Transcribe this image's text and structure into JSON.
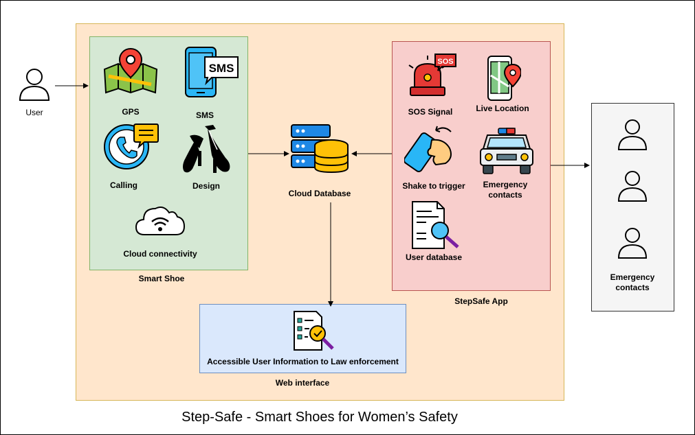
{
  "title": "Step-Safe - Smart Shoes for Women’s Safety",
  "user": {
    "label": "User"
  },
  "smart_shoe": {
    "label": "Smart Shoe",
    "items": {
      "gps": "GPS",
      "sms": "SMS",
      "calling": "Calling",
      "design": "Design",
      "cloud": "Cloud connectivity"
    }
  },
  "cloud_database": {
    "label": "Cloud Database"
  },
  "app": {
    "label": "StepSafe App",
    "items": {
      "sos": "SOS Signal",
      "live_location": "Live Location",
      "shake": "Shake to trigger",
      "emergency_line1": "Emergency",
      "emergency_line2": "contacts",
      "user_db": "User database"
    }
  },
  "web": {
    "label": "Web interface",
    "item": "Accessible User Information to Law enforcement"
  },
  "emergency_panel": {
    "line1": "Emergency",
    "line2": "contacts"
  },
  "colors": {
    "outer_fill": "#FFE6CC",
    "outer_border": "#D6B656",
    "shoe_fill": "#D5E8D4",
    "shoe_border": "#82B366",
    "app_fill": "#F8CECC",
    "app_border": "#B85450",
    "web_fill": "#DAE8FC",
    "web_border": "#6C8EBF",
    "contacts_fill": "#F5F5F5",
    "contacts_border": "#333333"
  }
}
